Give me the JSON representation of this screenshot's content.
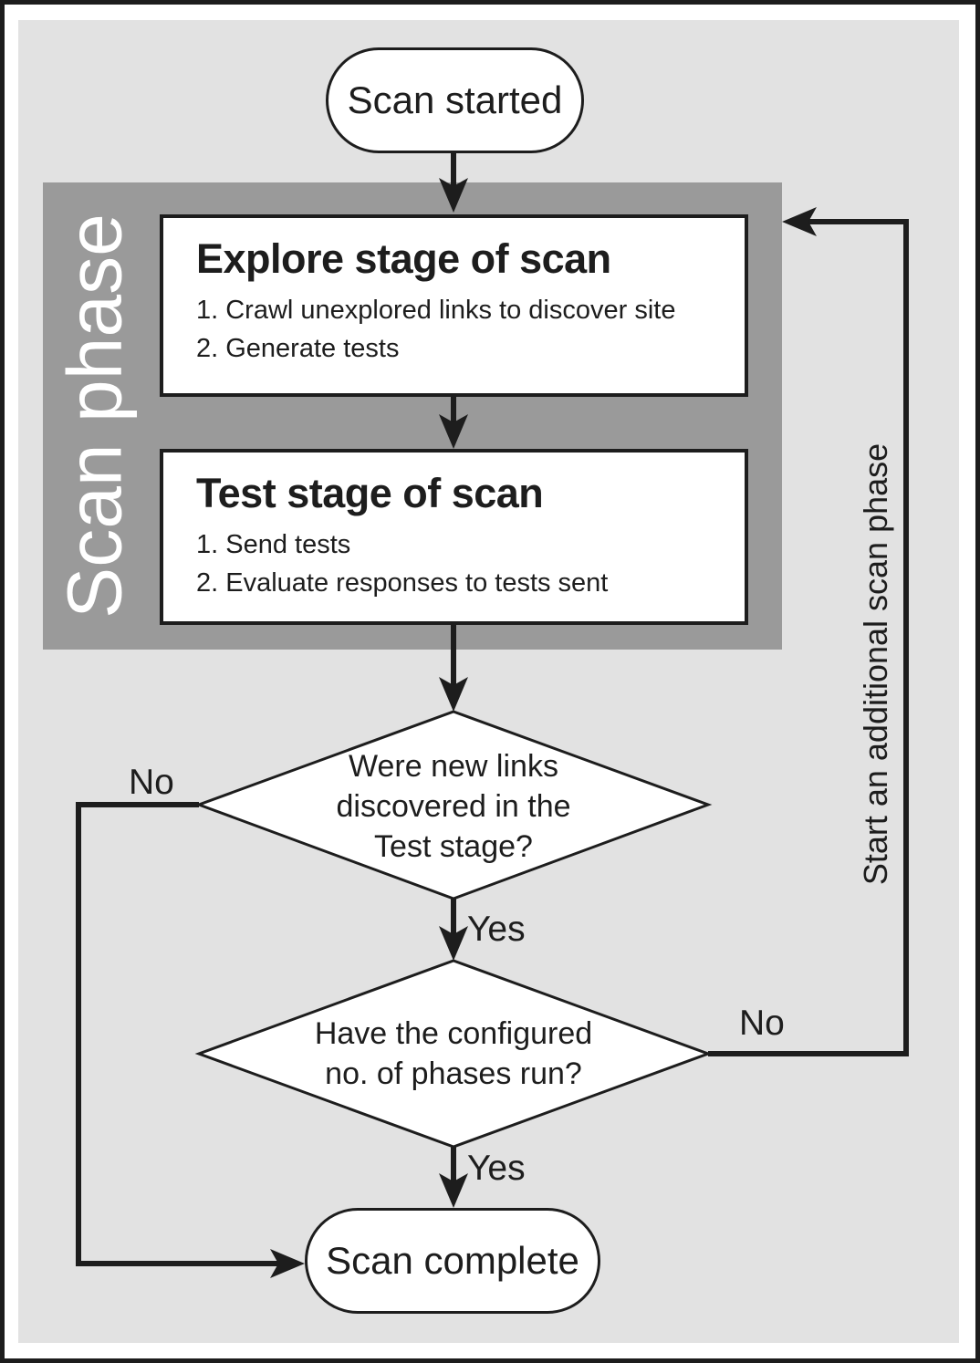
{
  "diagram": {
    "start": {
      "label": "Scan started"
    },
    "phase_band": {
      "label": "Scan phase"
    },
    "explore": {
      "title": "Explore stage of scan",
      "items": [
        "1. Crawl unexplored links to discover site",
        "2. Generate tests"
      ]
    },
    "test": {
      "title": "Test stage of scan",
      "items": [
        "1. Send tests",
        "2. Evaluate responses to tests sent"
      ]
    },
    "decision_new_links": {
      "lines": [
        "Were new links",
        "discovered in the",
        "Test stage?"
      ]
    },
    "decision_phases": {
      "lines": [
        "Have the configured",
        "no. of phases run?"
      ]
    },
    "complete": {
      "label": "Scan complete"
    },
    "edge_labels": {
      "new_links_no": "No",
      "new_links_yes": "Yes",
      "phases_no": "No",
      "phases_yes": "Yes",
      "feedback": "Start an additional scan phase"
    }
  },
  "colors": {
    "canvas_bg": "#e2e2e2",
    "phase_band_bg": "#9a9a9a",
    "node_fill": "#ffffff",
    "line": "#1d1d1d",
    "text": "#1d1d1d",
    "phase_label_text": "#ffffff"
  }
}
